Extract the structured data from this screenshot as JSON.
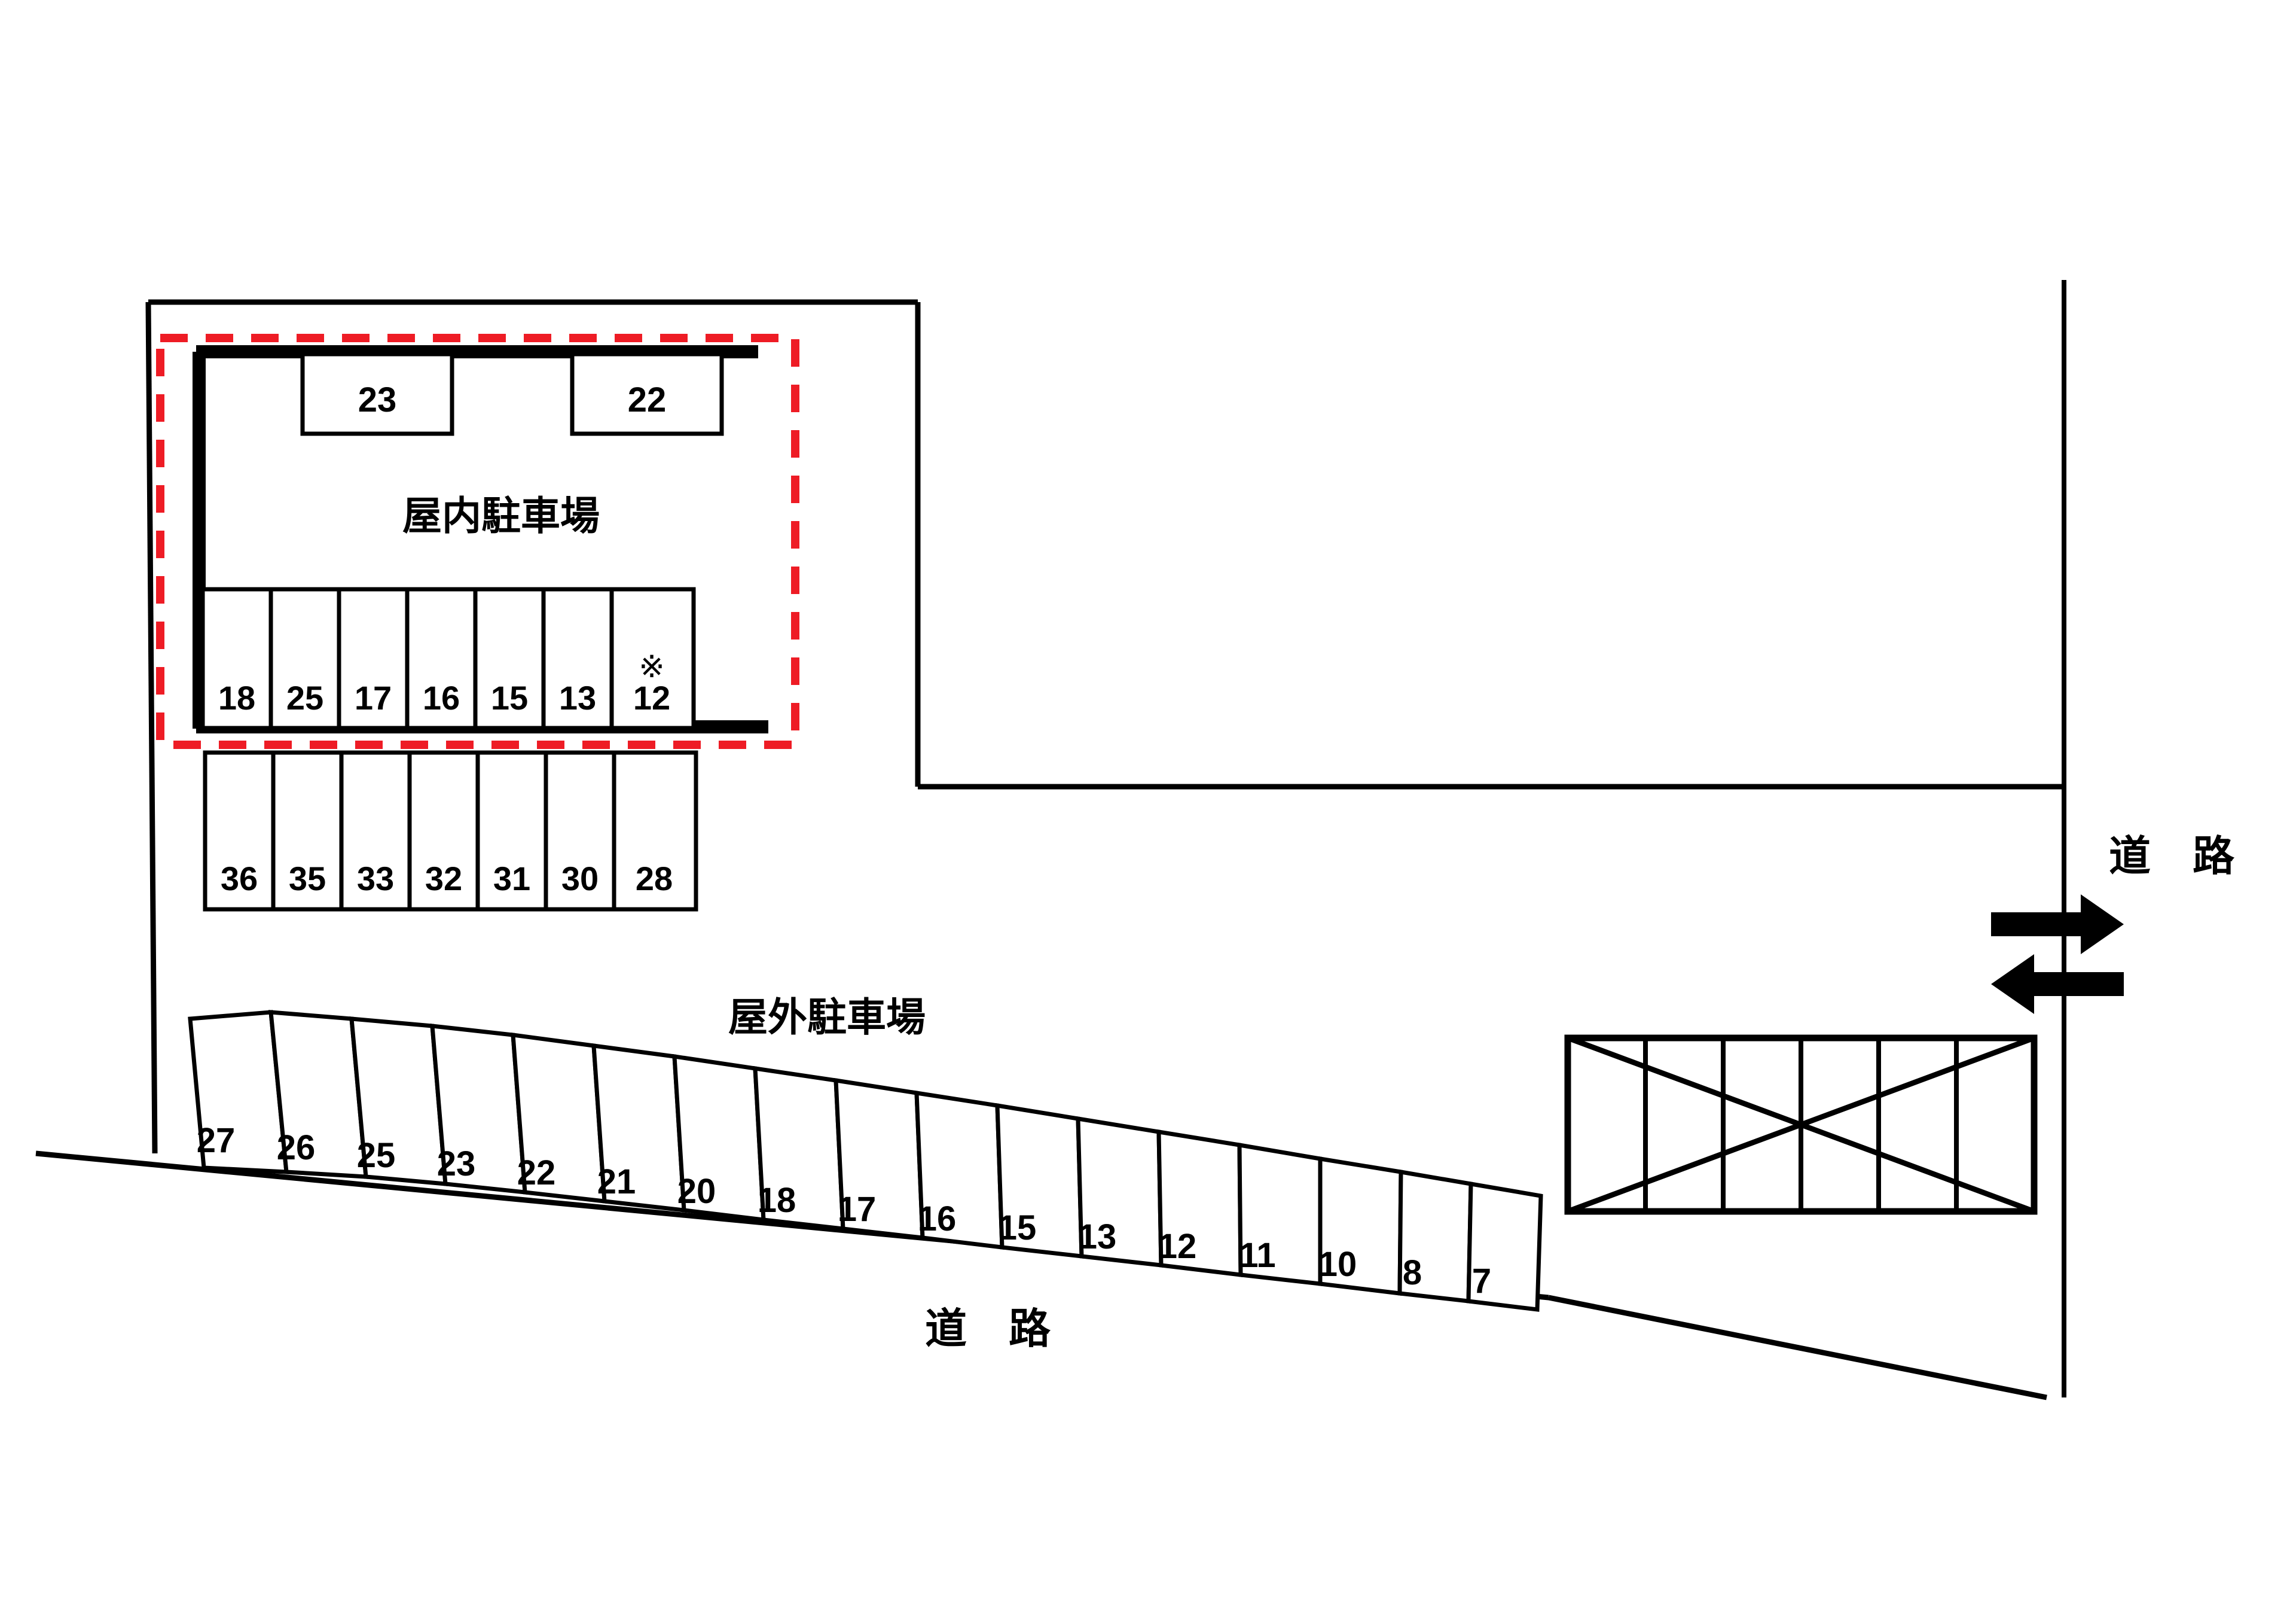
{
  "figure": {
    "type": "parking-lot-site-plan",
    "background_color": "#ffffff",
    "line_color": "#000000",
    "highlight_color": "#ee1c25"
  },
  "labels": {
    "indoor_parking": "屋内駐車場",
    "outdoor_parking": "屋外駐車場",
    "road_right": "道　路",
    "road_bottom": "道　路",
    "reference_mark": "※"
  },
  "indoor": {
    "title": "屋内駐車場",
    "top_stalls": [
      {
        "number": "23"
      },
      {
        "number": "22"
      }
    ],
    "bottom_stalls": [
      {
        "number": "18",
        "mark": ""
      },
      {
        "number": "25",
        "mark": ""
      },
      {
        "number": "17",
        "mark": ""
      },
      {
        "number": "16",
        "mark": ""
      },
      {
        "number": "15",
        "mark": ""
      },
      {
        "number": "13",
        "mark": ""
      },
      {
        "number": "12",
        "mark": "※"
      }
    ]
  },
  "outer_row": {
    "stalls": [
      {
        "number": "36"
      },
      {
        "number": "35"
      },
      {
        "number": "33"
      },
      {
        "number": "32"
      },
      {
        "number": "31"
      },
      {
        "number": "30"
      },
      {
        "number": "28"
      }
    ]
  },
  "outdoor": {
    "title": "屋外駐車場",
    "stalls": [
      {
        "number": "27"
      },
      {
        "number": "26"
      },
      {
        "number": "25"
      },
      {
        "number": "23"
      },
      {
        "number": "22"
      },
      {
        "number": "21"
      },
      {
        "number": "20"
      },
      {
        "number": "18"
      },
      {
        "number": "17"
      },
      {
        "number": "16"
      },
      {
        "number": "15"
      },
      {
        "number": "13"
      },
      {
        "number": "12"
      },
      {
        "number": "11"
      },
      {
        "number": "10"
      },
      {
        "number": "8"
      },
      {
        "number": "7"
      }
    ]
  },
  "crossed_block": {
    "description": "crossed-out stall block",
    "cells": 6,
    "crossed": true
  },
  "traffic": {
    "arrow_right": "→",
    "arrow_left": "←"
  }
}
